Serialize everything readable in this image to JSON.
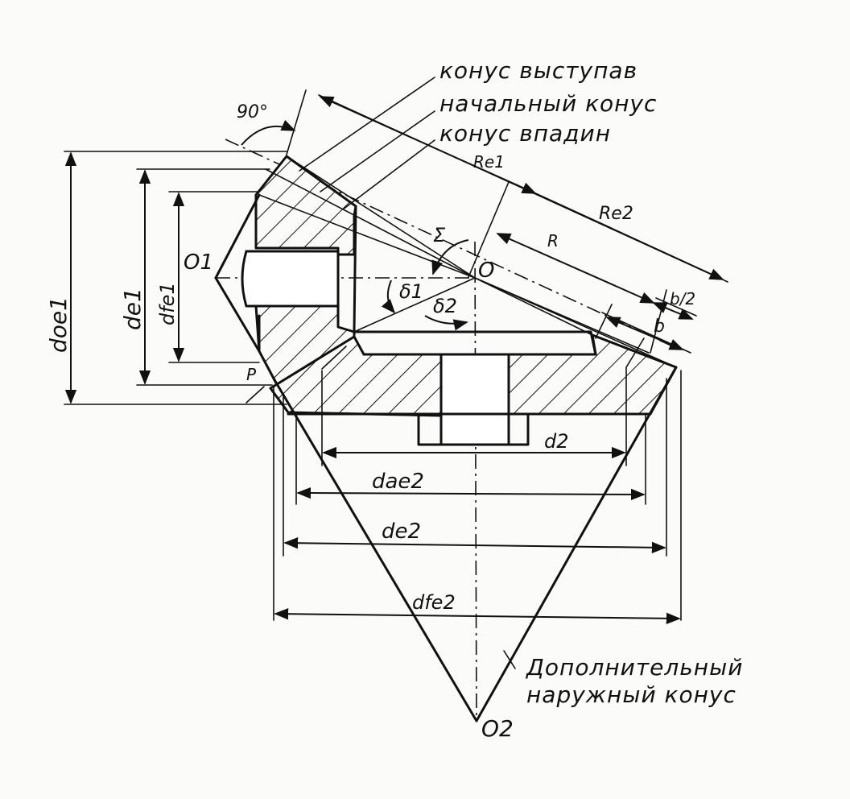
{
  "callouts": {
    "tip_cone": "конус выступав",
    "pitch_cone": "начальный конус",
    "root_cone": "конус впадин",
    "back_cone_line1": "Дополнительный",
    "back_cone_line2": "наружный конус"
  },
  "angles": {
    "right_angle": "90°",
    "sigma": "Σ",
    "delta1": "δ1",
    "delta2": "δ2"
  },
  "points": {
    "o": "O",
    "o1": "O1",
    "o2": "O2",
    "p": "P"
  },
  "dimensions": {
    "re1": "Re1",
    "re2": "Re2",
    "r": "R",
    "b_half": "b/2",
    "b": "b",
    "doe1": "doe1",
    "de1": "de1",
    "dfe1": "dfe1",
    "d2": "d2",
    "dae2": "dae2",
    "de2": "de2",
    "dfe2": "dfe2"
  }
}
